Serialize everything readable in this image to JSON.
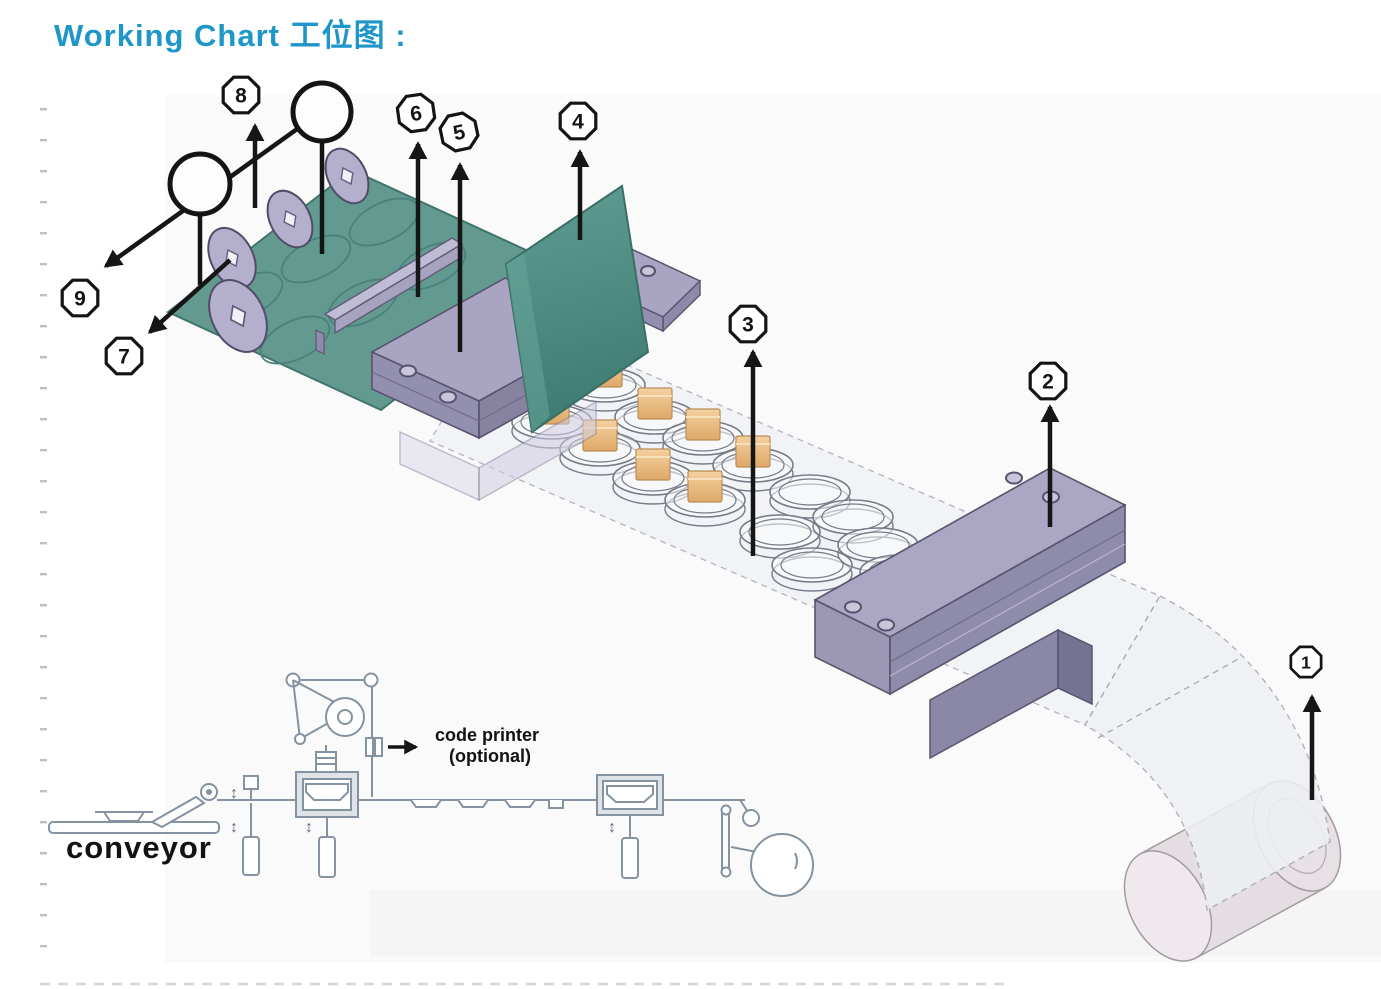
{
  "title": {
    "text": "Working Chart  工位图 :"
  },
  "diagram": {
    "callouts": [
      {
        "number": "1"
      },
      {
        "number": "2"
      },
      {
        "number": "3"
      },
      {
        "number": "4"
      },
      {
        "number": "5"
      },
      {
        "number": "6"
      },
      {
        "number": "7"
      },
      {
        "number": "8"
      },
      {
        "number": "9"
      }
    ],
    "inset": {
      "conveyor_label": "conveyor",
      "code_printer_label": "code printer",
      "code_printer_optional": "(optional)"
    },
    "icons": {
      "up_down_arrow": "↕"
    },
    "colors": {
      "title_blue": "#1f96c9",
      "teal_plate": "#639a90",
      "teal_dark": "#3f7b72",
      "purple_top": "#a8a4c2",
      "purple_side": "#8f8bab",
      "disc_fill": "#b4afcc",
      "product_orange": "#e9bb80",
      "film_gray": "#f0f2f5",
      "outline_black": "#161616",
      "inset_line": "#8492a1"
    }
  }
}
